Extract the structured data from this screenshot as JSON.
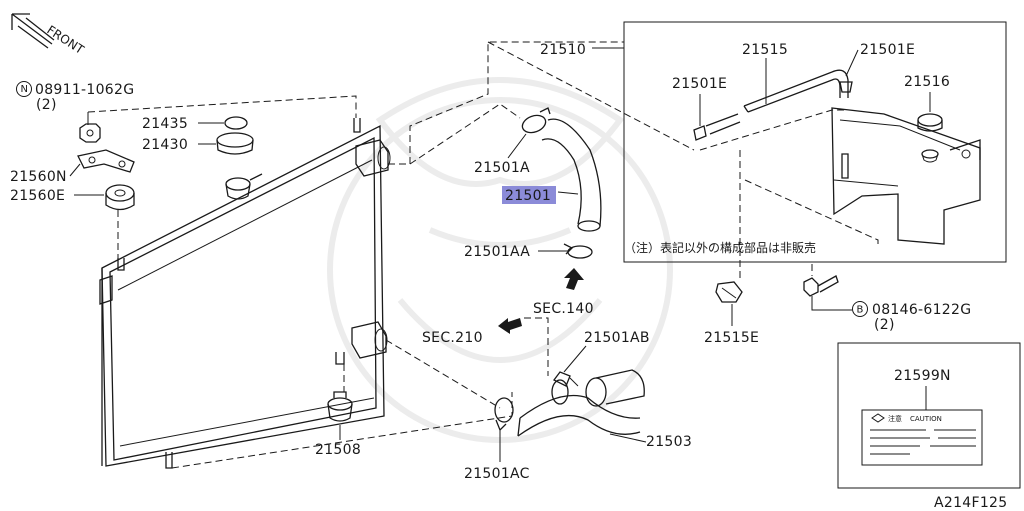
{
  "diagram": {
    "front_label": "FRONT",
    "figure_code": "A214F125",
    "note_text": "（注）表記以外の構成部品は非販売",
    "highlight_color": "#8b8bd8",
    "caution_label": {
      "title_jp": "注意",
      "title_en": "CAUTION"
    },
    "callouts": {
      "p08911": "08911-1062G",
      "p08911_qty": "(2)",
      "p08146": "08146-6122G",
      "p08146_qty": "(2)",
      "p21435": "21435",
      "p21430": "21430",
      "p21560N": "21560N",
      "p21560E": "21560E",
      "p21510": "21510",
      "p21515": "21515",
      "p21501E_a": "21501E",
      "p21501E_b": "21501E",
      "p21516": "21516",
      "p21501A": "21501A",
      "p21501": "21501",
      "p21501AA": "21501AA",
      "sec140": "SEC.140",
      "sec210": "SEC.210",
      "p21501AB": "21501AB",
      "p21503": "21503",
      "p21508": "21508",
      "p21501AC": "21501AC",
      "p21515E": "21515E",
      "p21599N": "21599N"
    },
    "symbols": {
      "n_symbol": "N",
      "b_symbol": "B"
    }
  }
}
